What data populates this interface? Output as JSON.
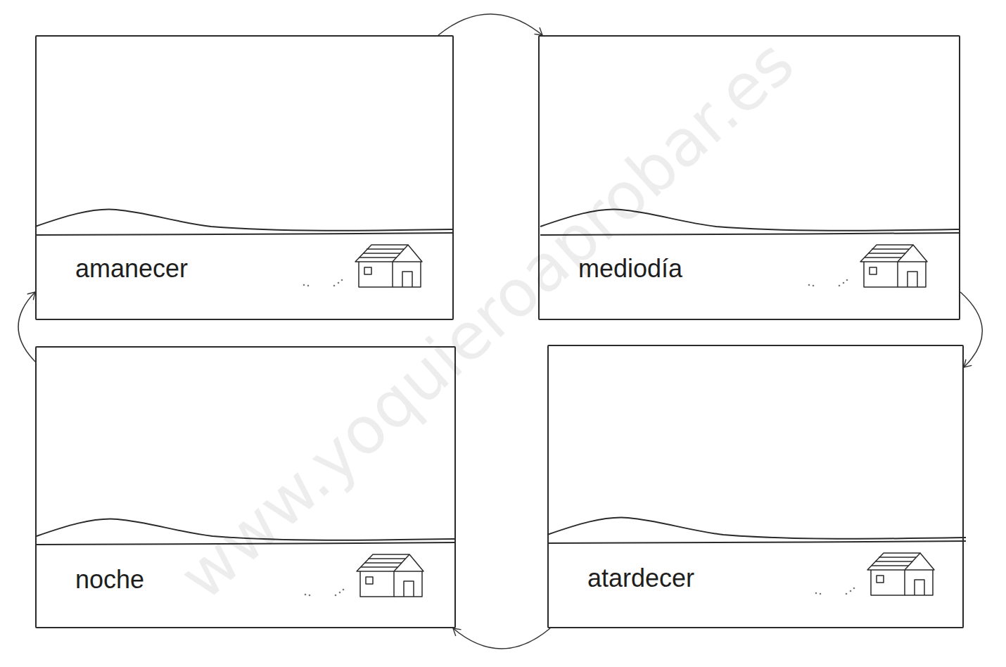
{
  "diagram": {
    "nodes": [
      {
        "text": [
          "amanecer"
        ]
      },
      {
        "text": [
          "mediodía"
        ]
      },
      {
        "text": [
          "noche"
        ]
      },
      {
        "text": [
          "atardecer"
        ]
      }
    ],
    "edges": [
      {
        "from": 0,
        "to": 1,
        "arrow": "to"
      },
      {
        "from": 1,
        "to": 3,
        "arrow": "to"
      },
      {
        "from": 3,
        "to": 2,
        "arrow": "to"
      },
      {
        "from": 2,
        "to": 0,
        "arrow": "to"
      }
    ],
    "labels": [
      "www.yoquieroaprobar.es"
    ]
  }
}
